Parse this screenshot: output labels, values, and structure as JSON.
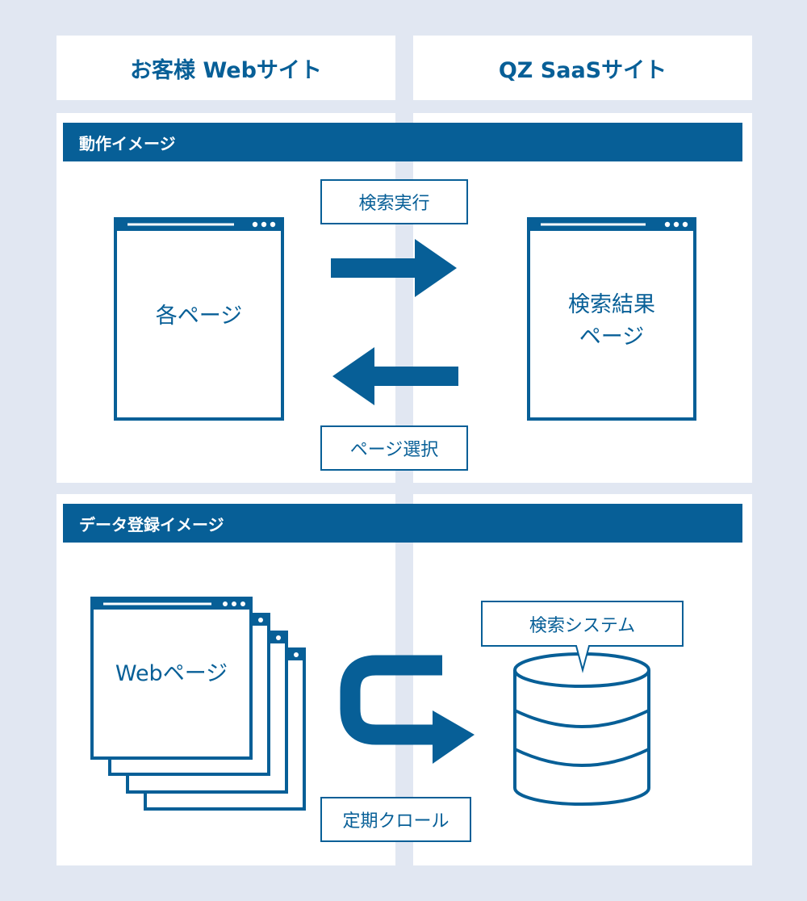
{
  "columns": {
    "left": "お客様 Webサイト",
    "right": "QZ SaaSサイト"
  },
  "sections": {
    "operation": {
      "title": "動作イメージ",
      "search_action": "検索実行",
      "page_select": "ページ選択",
      "client_page": "各ページ",
      "result_page_line1": "検索結果",
      "result_page_line2": "ページ"
    },
    "registration": {
      "title": "データ登録イメージ",
      "web_pages": "Webページ",
      "search_system": "検索システム",
      "crawl": "定期クロール"
    }
  },
  "colors": {
    "primary": "#075f97",
    "background": "#e1e7f2",
    "panel": "#ffffff"
  }
}
